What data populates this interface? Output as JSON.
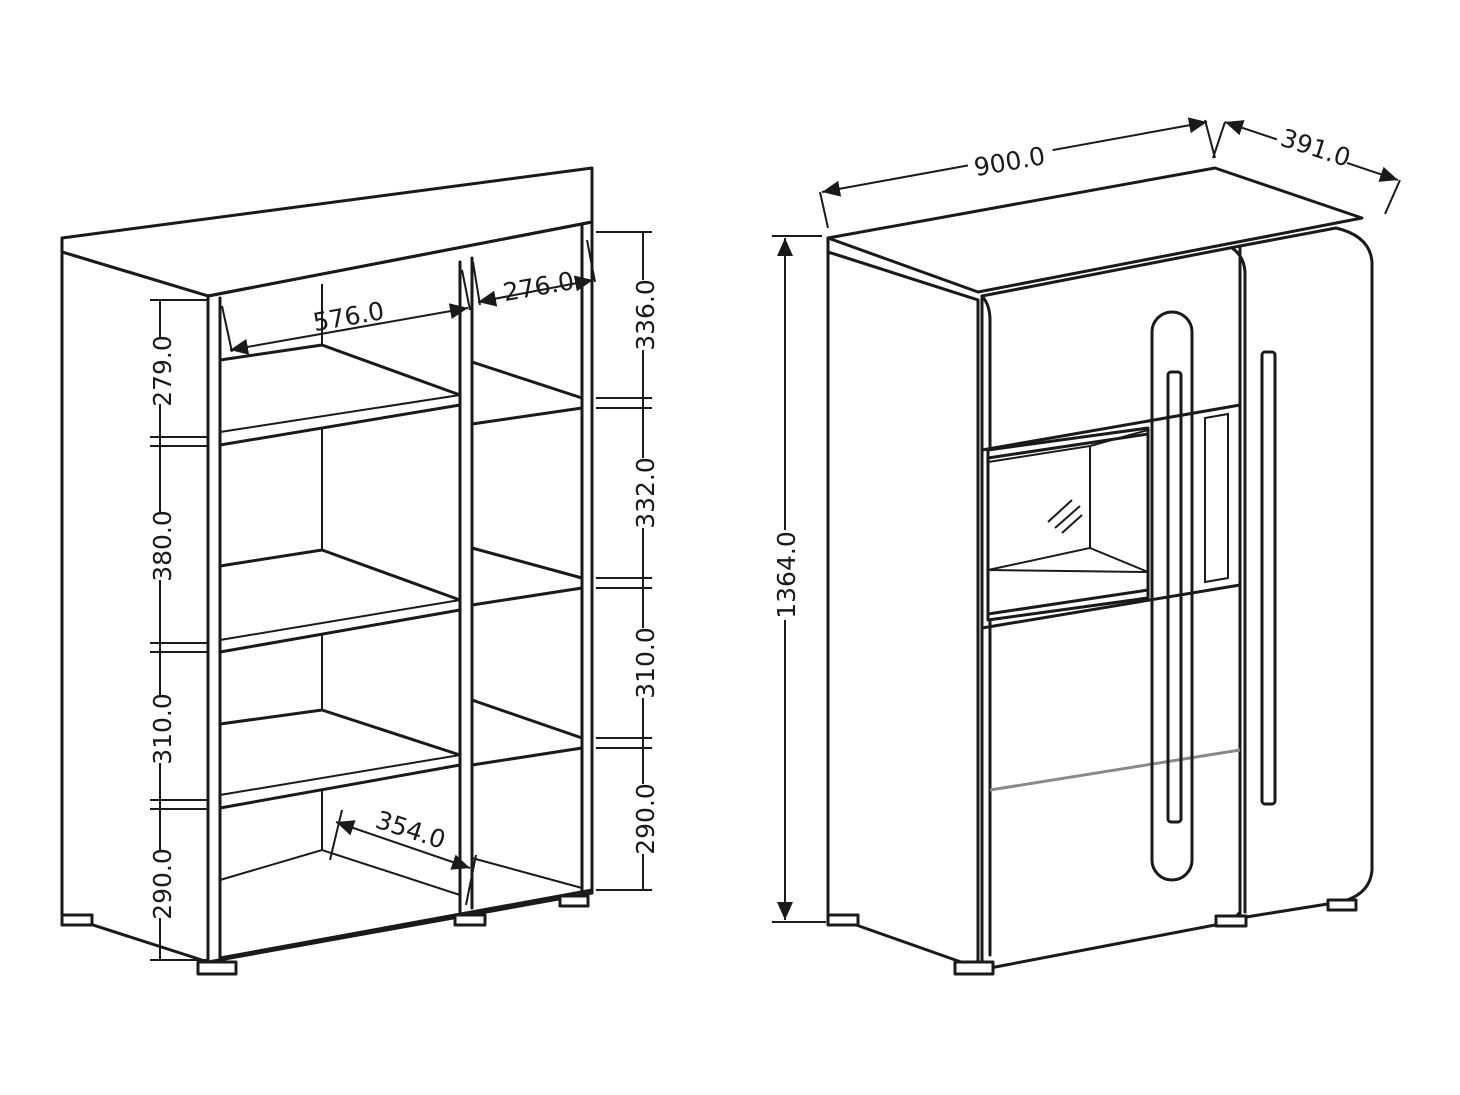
{
  "colors": {
    "line": "#1a1a1a",
    "background": "#ffffff",
    "floor_line": "#8a8a8a"
  },
  "open_shelf_unit": {
    "top_inner_width": "576.0",
    "top_right_width": "276.0",
    "bottom_depth": "354.0",
    "left_heights": [
      "279.0",
      "380.0",
      "310.0",
      "290.0"
    ],
    "right_heights": [
      "336.0",
      "332.0",
      "310.0",
      "290.0"
    ]
  },
  "glass_cabinet": {
    "width": "900.0",
    "depth": "391.0",
    "height": "1364.0"
  }
}
